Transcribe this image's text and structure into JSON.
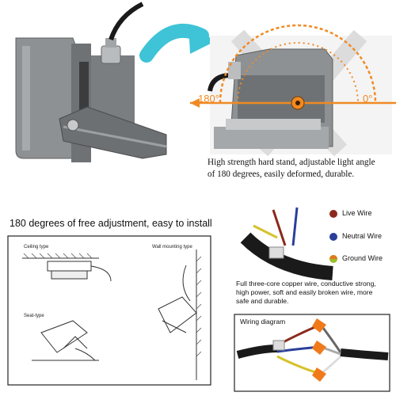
{
  "top_section": {
    "angle_left": "180°",
    "angle_right": "0°",
    "caption_line1": "High strength hard stand, adjustable light angle",
    "caption_line2": "of 180 degrees, easily deformed, durable."
  },
  "install_section": {
    "title": "180 degrees of free adjustment, easy to install",
    "ceiling_label": "Ceiling type",
    "wall_label": "Wall mounting type",
    "seat_label": "Seat-type"
  },
  "wires_section": {
    "legend": [
      {
        "label": "Live Wire",
        "color": "#8b2a1c"
      },
      {
        "label": "Neutral Wire",
        "color": "#2a3f9a"
      },
      {
        "label": "Ground Wire",
        "color": "#d6c22a"
      }
    ],
    "description_line1": "Full three-core copper wire, conductive strong,",
    "description_line2": "high power, soft and easily broken wire, more",
    "description_line3": "safe and durable.",
    "diagram_title": "Wiring diagram"
  },
  "colors": {
    "angle_orange": "#f08a24",
    "arrow_cyan": "#3fc3d6",
    "body_gray": "#8e9193"
  }
}
